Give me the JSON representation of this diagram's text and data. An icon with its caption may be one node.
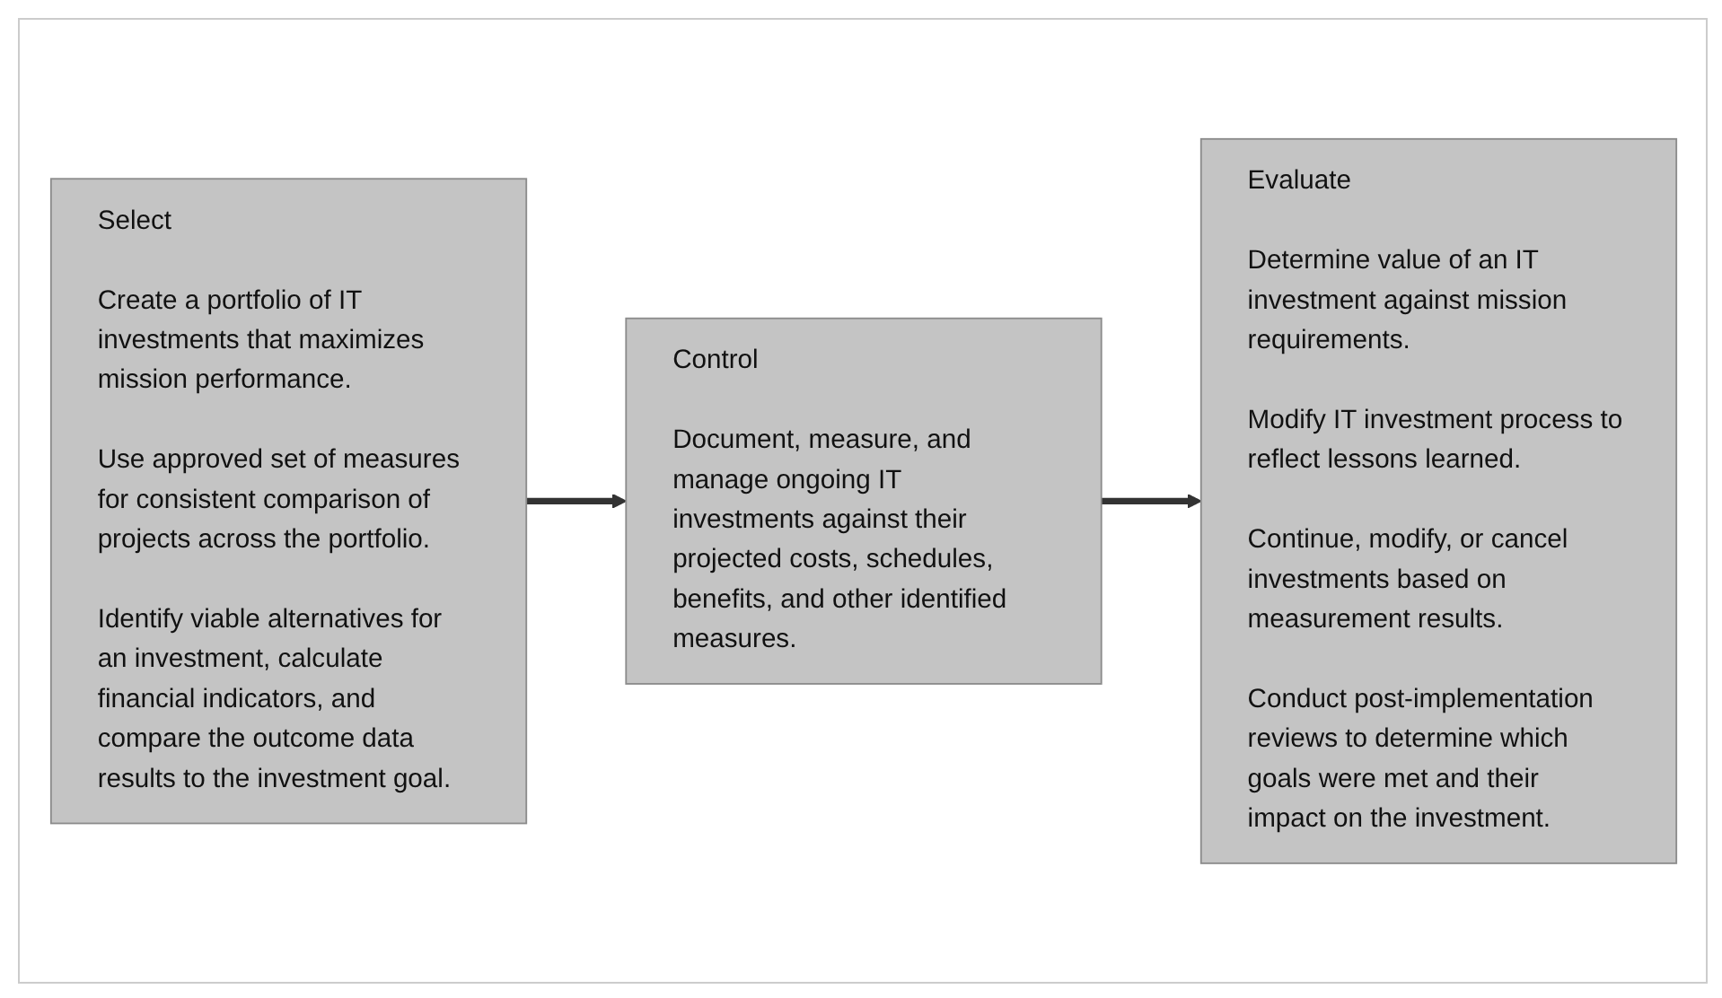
{
  "diagram": {
    "nodes": [
      {
        "text": [
          "Select",
          "Create a portfolio of IT investments that maximizes mission performance.",
          "Use approved set of measures for consistent comparison of projects across the portfolio.",
          "Identify viable alternatives for an investment, calculate financial indicators, and compare the outcome data results to the investment goal."
        ]
      },
      {
        "text": [
          "Control",
          "Document, measure, and manage ongoing IT investments against their projected costs, schedules, benefits, and other identified measures."
        ]
      },
      {
        "text": [
          "Evaluate",
          "Determine value of an IT investment against mission requirements.",
          "Modify IT investment process to reflect lessons learned.",
          "Continue, modify, or cancel investments based on measurement results.",
          "Conduct post-implementation reviews to determine which goals were met and their impact on the investment."
        ]
      }
    ],
    "edges": [
      {
        "from": 0,
        "to": 1,
        "arrow": "to"
      },
      {
        "from": 1,
        "to": 2,
        "arrow": "to"
      }
    ]
  }
}
